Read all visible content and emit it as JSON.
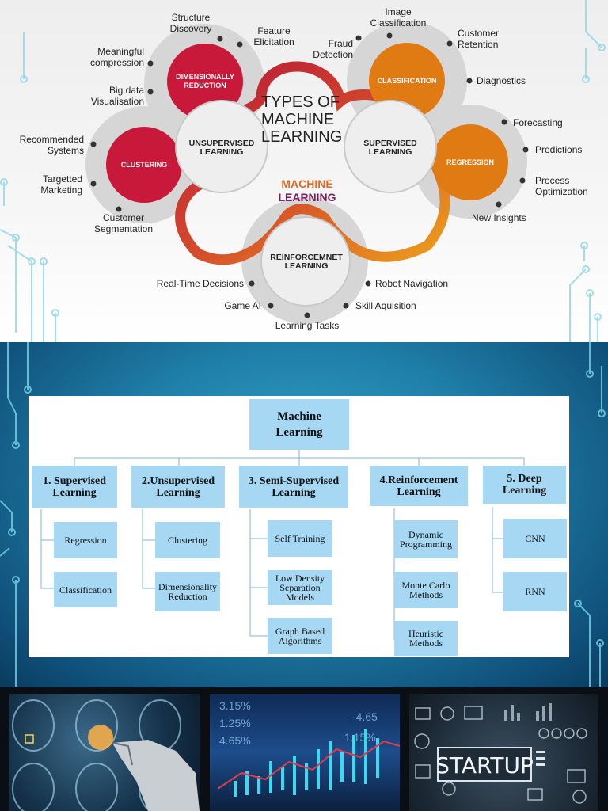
{
  "wheel": {
    "title_lines": [
      "TYPES OF",
      "MACHINE",
      "LEARNING"
    ],
    "center_label_lines": [
      "MACHINE",
      "LEARNING"
    ],
    "main": {
      "unsupervised": [
        "UNSUPERVISED",
        "LEARNING"
      ],
      "supervised": [
        "SUPERVISED",
        "LEARNING"
      ],
      "reinforcement": [
        "REINFORCEMNET",
        "LEARNING"
      ]
    },
    "sub": {
      "dimensionality": [
        "DIMENSIONALLY",
        "REDUCTION"
      ],
      "clustering": [
        "CLUSTERING"
      ],
      "classification": [
        "CLASSIFICATION"
      ],
      "regression": [
        "REGRESSION"
      ]
    },
    "labels": {
      "structure_discovery": "Structure\nDiscovery",
      "feature_elicitation": "Feature\nElicitation",
      "meaningful_compression": "Meaningful\ncompression",
      "big_data": "Big data\nVisualisation",
      "recommended_systems": "Recommended\nSystems",
      "targetted_marketing": "Targetted\nMarketing",
      "customer_segmentation": "Customer\nSegmentation",
      "image_classification": "Image\nClassification",
      "fraud_detection": "Fraud\nDetection",
      "customer_retention": "Customer\nRetention",
      "diagnostics": "Diagnostics",
      "forecasting": "Forecasting",
      "predictions": "Predictions",
      "process_optimization": "Process\nOptimization",
      "new_insights": "New Insights",
      "real_time": "Real-Time Decisions",
      "robot_navigation": "Robot Navigation",
      "game_ai": "Game AI",
      "skill_aquisition": "Skill Aquisition",
      "learning_tasks": "Learning Tasks"
    },
    "colors": {
      "red": "#c8193a",
      "orange": "#e07a12",
      "ring_gray": "#d5d5d5",
      "core": "#eeeeee",
      "path_start": "#c8193a",
      "path_end": "#e8901a"
    }
  },
  "tree": {
    "root": "Machine\nLearning",
    "branches": [
      {
        "head": "1. Supervised\nLearning",
        "children": [
          "Regression",
          "Classification"
        ]
      },
      {
        "head": "2.Unsupervised\nLearning",
        "children": [
          "Clustering",
          "Dimensionality\nReduction"
        ]
      },
      {
        "head": "3. Semi-Supervised\nLearning",
        "children": [
          "Self Training",
          "Low Density\nSeparation\nModels",
          "Graph Based\nAlgorithms"
        ]
      },
      {
        "head": "4.Reinforcement\nLearning",
        "children": [
          "Dynamic\nProgramming",
          "Monte Carlo\nMethods",
          "Heuristic\nMethods"
        ]
      },
      {
        "head": "5. Deep\nLearning",
        "children": [
          "CNN",
          "RNN"
        ]
      }
    ],
    "colors": {
      "node": "#a6d8f4",
      "line": "#7fb5d6"
    }
  },
  "photos": [
    {
      "name": "brain-scan-robot-hand"
    },
    {
      "name": "stock-market-chart",
      "overlay_numbers": [
        "3.15%",
        "1.25%",
        "4.65%",
        "-4.65",
        "1.15%"
      ]
    },
    {
      "name": "startup-icons",
      "word": "STARTUP"
    }
  ]
}
